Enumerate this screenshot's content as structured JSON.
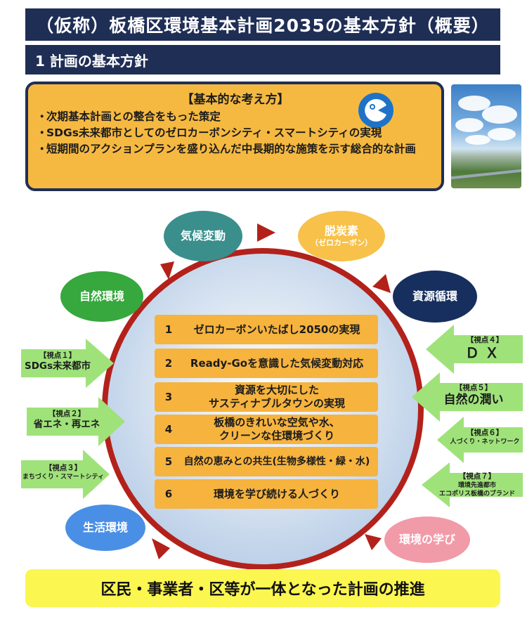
{
  "header": {
    "title": "（仮称）板橋区環境基本計画2035の基本方針（概要）",
    "section": "1 計画の基本方針"
  },
  "basic": {
    "heading": "【基本的な考え方】",
    "bullet": "・",
    "items": [
      "次期基本計画との整合をもった策定",
      "SDGs未来都市としてのゼロカーボンシティ・スマートシティの実現",
      "短期間のアクションプランを盛り込んだ中長期的な施策を示す総合的な計画"
    ]
  },
  "cycle_nodes": {
    "kikou": "気候変動",
    "datsutanso": "脱炭素",
    "datsutanso_sub": "（ゼロカーボン）",
    "shigen": "資源循環",
    "shizen": "自然環境",
    "seikatsu": "生活環境",
    "manabi": "環境の学び"
  },
  "policies": [
    {
      "num": "1",
      "text": "ゼロカーボンいたばし2050の実現"
    },
    {
      "num": "2",
      "text": "Ready-Goを意識した気候変動対応"
    },
    {
      "num": "3",
      "text": "資源を大切にした\nサスティナブルタウンの実現"
    },
    {
      "num": "4",
      "text": "板橋のきれいな空気や水、\nクリーンな住環境づくり"
    },
    {
      "num": "5",
      "text": "自然の恵みとの共生(生物多様性・緑・水)"
    },
    {
      "num": "6",
      "text": "環境を学び続ける人づくり"
    }
  ],
  "viewpoints": {
    "v1_tag": "【視点１】",
    "v1_text": "SDGs未来都市",
    "v2_tag": "【視点２】",
    "v2_text": "省エネ・再エネ",
    "v3_tag": "【視点３】",
    "v3_text": "まちづくり・スマートシティ",
    "v4_tag": "【視点４】",
    "v4_text": "ＤＸ",
    "v5_tag": "【視点５】",
    "v5_text": "自然の潤い",
    "v6_tag": "【視点６】",
    "v6_text": "人づくり・ネットワーク",
    "v7_tag": "【視点７】",
    "v7_text1": "環境先進都市",
    "v7_text2": "エコポリス板橋のブランド"
  },
  "footer": "区民・事業者・区等が一体となった計画の推進",
  "colors": {
    "navy": "#1f2e55",
    "orange": "#f5b941",
    "ring_red": "#b3211b",
    "arrow_green": "#9fe27a",
    "footer_yellow": "#fbf650"
  }
}
